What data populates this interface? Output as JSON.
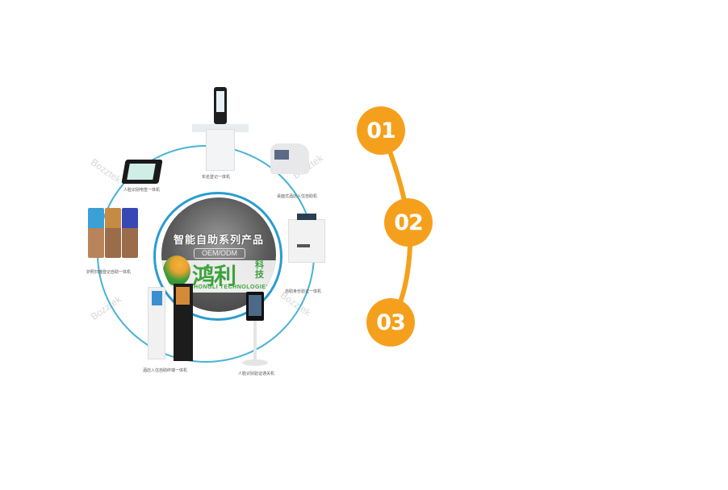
{
  "diagram": {
    "center": {
      "title": "智能自助系列产品",
      "badge": "OEM/ODM",
      "brand_cn": "鸿利",
      "brand_cn_small": "科技",
      "brand_en": "HONGLI TECHNOLOGIES"
    },
    "products": [
      {
        "caption": "实名登记一体机",
        "position": "top"
      },
      {
        "caption": "桌面式酒店入住自助机",
        "position": "top-right"
      },
      {
        "caption": "自助身份验证一体机",
        "position": "right"
      },
      {
        "caption": "人脸识别验证通关机",
        "position": "bottom-right"
      },
      {
        "caption": "酒店入住自助终端一体机",
        "position": "bottom-left"
      },
      {
        "caption": "护照扫描登记自助一体机",
        "position": "left"
      },
      {
        "caption": "人脸识别电签一体机",
        "position": "top-left"
      }
    ],
    "watermark": "Bozztek"
  },
  "steps": {
    "items": [
      {
        "label": "01"
      },
      {
        "label": "02"
      },
      {
        "label": "03"
      }
    ],
    "color": "#f5a01d",
    "text_color": "#ffffff"
  },
  "colors": {
    "ring": "#2a9ccf",
    "brand_green": "#3da33d",
    "background": "#ffffff"
  }
}
